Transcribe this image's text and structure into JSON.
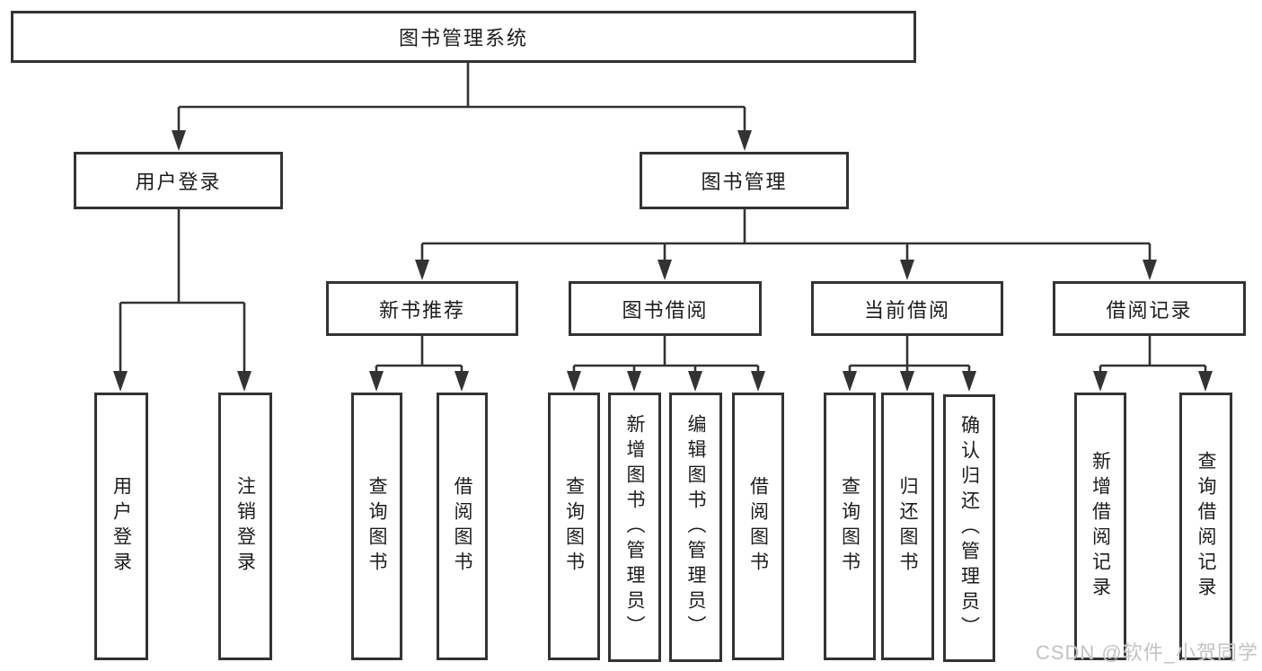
{
  "diagram": {
    "title": "图书管理系统",
    "type": "function-structure-tree",
    "tree": {
      "root": {
        "label": "图书管理系统",
        "children": [
          {
            "label": "用户登录",
            "children": [
              {
                "label": "用户登录"
              },
              {
                "label": "注销登录"
              }
            ]
          },
          {
            "label": "图书管理",
            "children": [
              {
                "label": "新书推荐",
                "children": [
                  {
                    "label": "查询图书"
                  },
                  {
                    "label": "借阅图书"
                  }
                ]
              },
              {
                "label": "图书借阅",
                "children": [
                  {
                    "label": "查询图书"
                  },
                  {
                    "label": "新增图书（管理员）"
                  },
                  {
                    "label": "编辑图书（管理员）"
                  },
                  {
                    "label": "借阅图书"
                  }
                ]
              },
              {
                "label": "当前借阅",
                "children": [
                  {
                    "label": "查询图书"
                  },
                  {
                    "label": "归还图书"
                  },
                  {
                    "label": "确认归还（管理员）"
                  }
                ]
              },
              {
                "label": "借阅记录",
                "children": [
                  {
                    "label": "新增借阅记录"
                  },
                  {
                    "label": "查询借阅记录"
                  }
                ]
              }
            ]
          }
        ]
      }
    }
  },
  "watermark": {
    "text": "CSDN @软件_小贺同学"
  },
  "colors": {
    "line": "#333333",
    "text": "#1c1c1c",
    "background": "#ffffff",
    "watermark": "#c3c3c3"
  }
}
